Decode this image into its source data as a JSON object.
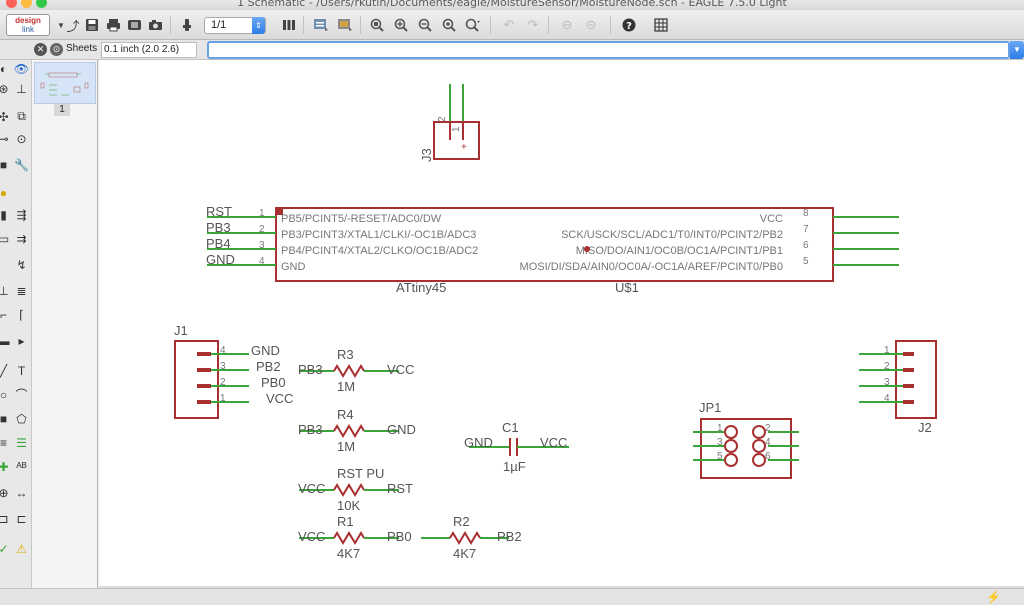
{
  "window": {
    "title": "1 Schematic - /Users/rkutin/Documents/eagle/MoistureSensor/MoistureNode.sch - EAGLE 7.5.0 Light"
  },
  "toolbar": {
    "sheet_select_value": "1/1",
    "logo_line1": "design",
    "logo_line2": "link"
  },
  "cmdbar": {
    "sheets_label": "Sheets",
    "grid_coords": "0.1 inch (2.0 2.6)",
    "command_value": ""
  },
  "sheets": {
    "items": [
      {
        "number": "1"
      }
    ]
  },
  "schematic": {
    "colors": {
      "net": "#3aa63a",
      "symbol": "#a83030",
      "text": "#777777"
    },
    "chip": {
      "name": "ATtiny45",
      "value": "U$1",
      "left_pins": [
        {
          "num": "1",
          "pin": "PB5/PCINT5/-RESET/ADC0/DW",
          "net": "RST"
        },
        {
          "num": "2",
          "pin": "PB3/PCINT3/XTAL1/CLKI/-OC1B/ADC3",
          "net": "PB3"
        },
        {
          "num": "3",
          "pin": "PB4/PCINT4/XTAL2/CLKO/OC1B/ADC2",
          "net": "PB4"
        },
        {
          "num": "4",
          "pin": "GND",
          "net": "GND"
        }
      ],
      "right_pins": [
        {
          "num": "8",
          "pin": "VCC"
        },
        {
          "num": "7",
          "pin": "SCK/USCK/SCL/ADC1/T0/INT0/PCINT2/PB2"
        },
        {
          "num": "6",
          "pin": "MISO/DO/AIN1/OC0B/OC1A/PCINT1/PB1"
        },
        {
          "num": "5",
          "pin": "MOSI/DI/SDA/AIN0/OC0A/-OC1A/AREF/PCINT0/PB0"
        }
      ]
    },
    "j3": {
      "name": "J3",
      "pin1": "1",
      "pin2": "2",
      "plus": "+"
    },
    "j1": {
      "name": "J1",
      "pins": [
        {
          "num": "4",
          "net": "GND"
        },
        {
          "num": "3",
          "net": "PB2"
        },
        {
          "num": "2",
          "net": "PB0"
        },
        {
          "num": "1",
          "net": "VCC"
        }
      ]
    },
    "j2": {
      "name": "J2",
      "pins": [
        {
          "num": "1"
        },
        {
          "num": "2"
        },
        {
          "num": "3"
        },
        {
          "num": "4"
        }
      ]
    },
    "jp1": {
      "name": "JP1",
      "pins": [
        "1",
        "2",
        "3",
        "4",
        "5",
        "6"
      ]
    },
    "resistors": [
      {
        "name": "R3",
        "value": "1M",
        "left_net": "PB3",
        "right_net": "VCC"
      },
      {
        "name": "R4",
        "value": "1M",
        "left_net": "PB3",
        "right_net": "GND"
      },
      {
        "name": "RST_PU",
        "value": "10K",
        "left_net": "VCC",
        "right_net": "RST"
      },
      {
        "name": "R1",
        "value": "4K7",
        "left_net": "VCC",
        "right_net": "PB0"
      },
      {
        "name": "R2",
        "value": "4K7",
        "left_net": "",
        "right_net": "PB2"
      }
    ],
    "capacitor": {
      "name": "C1",
      "value": "1µF",
      "left_net": "GND",
      "right_net": "VCC"
    }
  }
}
